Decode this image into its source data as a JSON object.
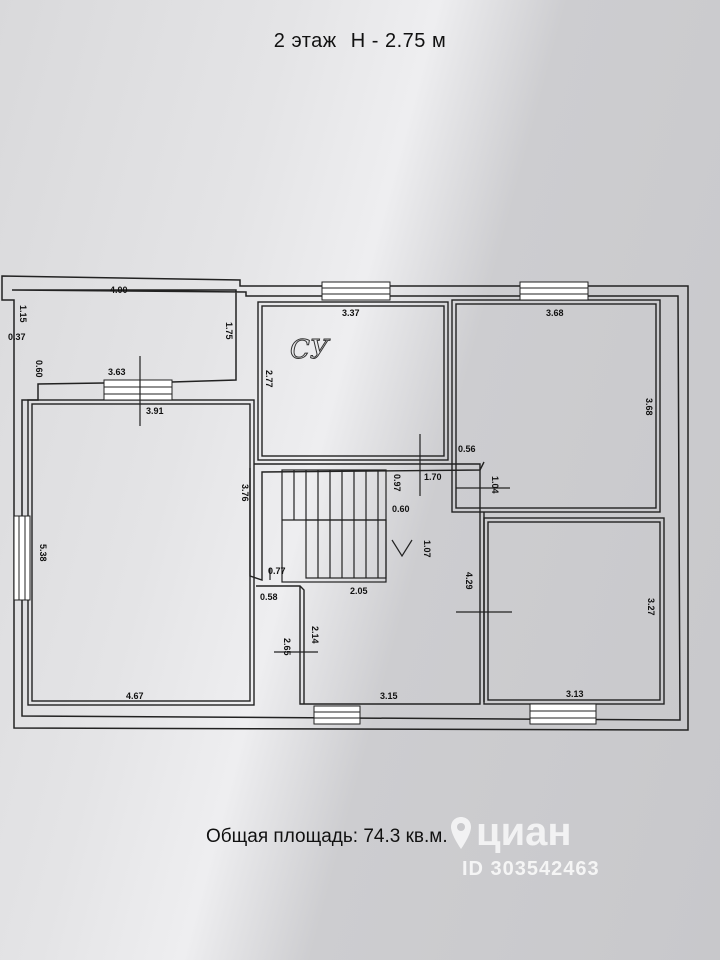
{
  "header": {
    "floor": "2 этаж",
    "height": "H - 2.75 м"
  },
  "plan": {
    "dimensions": {
      "d400": "4.00",
      "d115": "1.15",
      "d037": "0.37",
      "d060a": "0.60",
      "d175": "1.75",
      "d363": "3.63",
      "d391": "3.91",
      "d337": "3.37",
      "d277": "2.77",
      "d368a": "3.68",
      "d368b": "3.68",
      "d056": "0.56",
      "d170": "1.70",
      "d376": "3.76",
      "d097": "0.97",
      "d104": "1.04",
      "d060b": "0.60",
      "d538": "5.38",
      "d107": "1.07",
      "d429": "4.29",
      "d077": "0.77",
      "d205": "2.05",
      "d327": "3.27",
      "d058": "0.58",
      "d214": "2.14",
      "d265": "2.65",
      "d467": "4.67",
      "d315": "3.15",
      "d313": "3.13"
    },
    "handwritten": "СУ"
  },
  "footer": {
    "total_area": "Общая площадь: 74.3 кв.м."
  },
  "watermark": {
    "brand": "циан",
    "id": "ID 303542463"
  }
}
